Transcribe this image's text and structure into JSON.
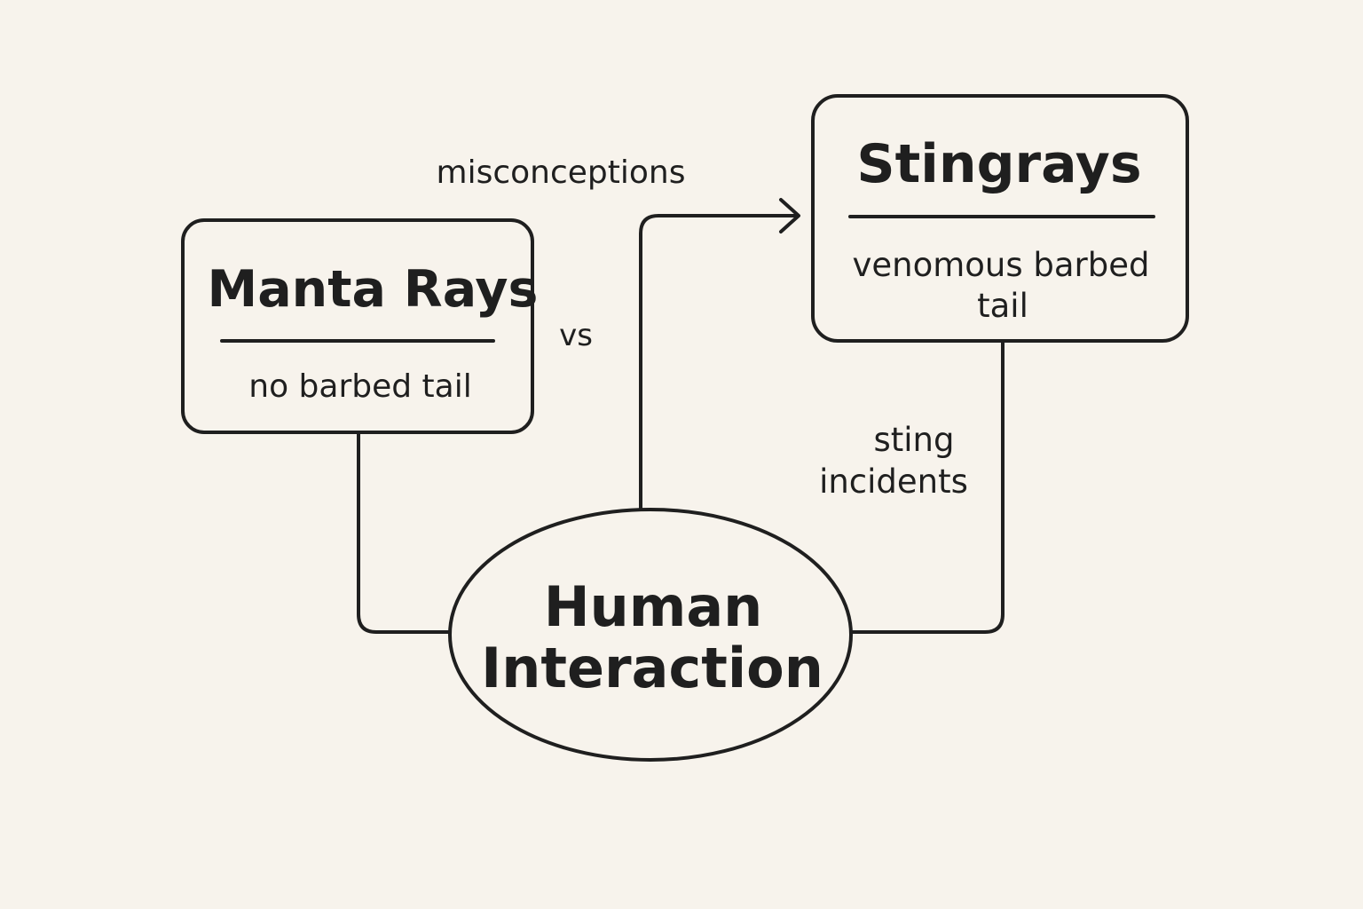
{
  "diagram": {
    "manta": {
      "title": "Manta Rays",
      "description": "no barbed tail"
    },
    "stingrays": {
      "title": "Stingrays",
      "description_line1": "venomous barbed",
      "description_line2": "tail"
    },
    "human": {
      "line1": "Human",
      "line2": "Interaction"
    },
    "labels": {
      "misconceptions": "misconceptions",
      "vs": "vs",
      "sting_line1": "sting",
      "sting_line2": "incidents"
    }
  },
  "colors": {
    "background": "#f7f3ec",
    "ink": "#1f1f1f"
  }
}
